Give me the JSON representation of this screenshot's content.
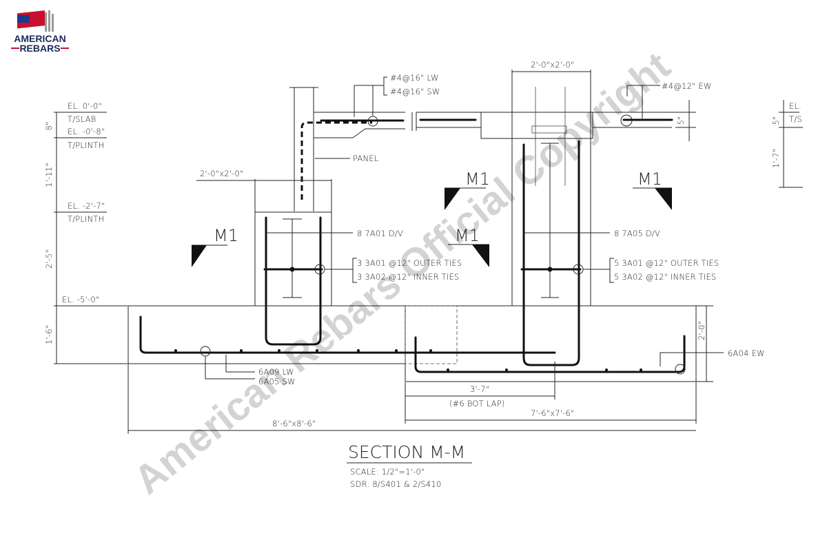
{
  "logo": {
    "line1": "AMERICAN",
    "line2": "REBARS"
  },
  "watermark": "American Rebars Official Copyright",
  "elevations": {
    "el_0": "EL. 0'-0\"",
    "t_slab": "T/SLAB",
    "el_08": "EL. -0'-8\"",
    "t_plinth_1": "T/PLINTH",
    "el_27": "EL. -2'-7\"",
    "t_plinth_2": "T/PLINTH",
    "el_50": "EL. -5'-0\"",
    "el_right": "EL.",
    "t_s_right": "T/S"
  },
  "dims": {
    "d8": "8\"",
    "d111": "1'-11\"",
    "d25": "2'-5\"",
    "d16": "1'-6\"",
    "col_left": "2'-0\"x2'-0\"",
    "col_right": "2'-0\"x2'-0\"",
    "slab_5": "5\"",
    "right_5": "5\"",
    "right_17": "1'-7\"",
    "footing_depth": "2'-0\"",
    "lap": "3'-7\"",
    "lap_note": "(#6 BOT LAP)",
    "footing_right": "7'-6\"x7'-6\"",
    "footing_left": "8'-6\"x8'-6\""
  },
  "callouts": {
    "lw": "#4@16\" LW",
    "sw": "#4@16\" SW",
    "panel": "PANEL",
    "ew": "#4@12\" EW",
    "dv_left": "8 7A01  D/V",
    "outer_left": "3 3A01 @12\" OUTER TIES",
    "inner_left": "3 3A02 @12\" INNER TIES",
    "dv_right": "8 7A05  D/V",
    "outer_right": "5 3A01 @12\" OUTER TIES",
    "inner_right": "5 3A02 @12\" INNER TIES",
    "a04": "6A04 EW",
    "a09": "6A09 LW",
    "a05": "6A05 SW"
  },
  "section_marks": [
    "M1",
    "M1",
    "M1",
    "M1"
  ],
  "title": {
    "name": "SECTION M-M",
    "scale": "SCALE: 1/2\"=1'-0\"",
    "ref": "SDR: 8/S401 & 2/S410"
  }
}
